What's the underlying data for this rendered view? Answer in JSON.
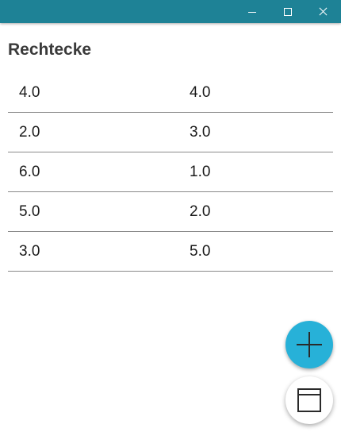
{
  "window": {
    "controls": [
      {
        "name": "minimize"
      },
      {
        "name": "maximize"
      },
      {
        "name": "close"
      }
    ]
  },
  "header": {
    "title": "Rechtecke"
  },
  "rectangles": [
    {
      "a": "4.0",
      "b": "4.0"
    },
    {
      "a": "2.0",
      "b": "3.0"
    },
    {
      "a": "6.0",
      "b": "1.0"
    },
    {
      "a": "5.0",
      "b": "2.0"
    },
    {
      "a": "3.0",
      "b": "5.0"
    }
  ],
  "colors": {
    "titlebar": "#1e8296",
    "fab_accent": "#27b1d8"
  },
  "icons": {
    "add": "plus-icon",
    "page": "page-icon"
  }
}
